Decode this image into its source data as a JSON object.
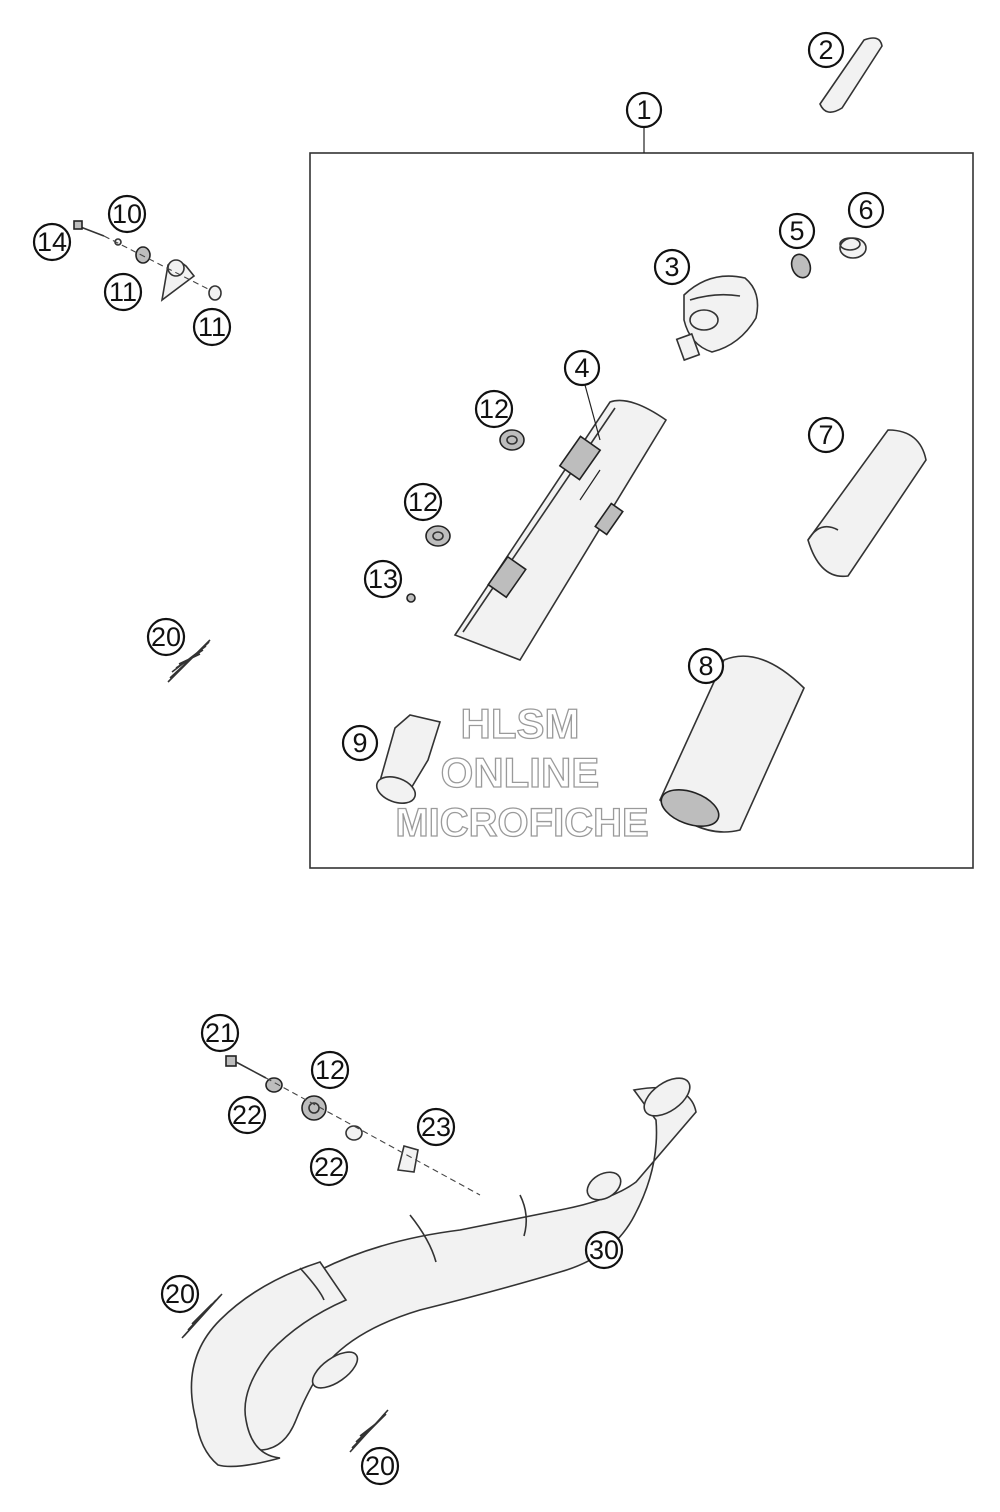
{
  "diagram": {
    "callouts": {
      "c1": "1",
      "c2": "2",
      "c3": "3",
      "c4": "4",
      "c5": "5",
      "c6": "6",
      "c7": "7",
      "c8": "8",
      "c9": "9",
      "c10": "10",
      "c11a": "11",
      "c11b": "11",
      "c12a": "12",
      "c12b": "12",
      "c12c": "12",
      "c13": "13",
      "c14": "14",
      "c20a": "20",
      "c20b": "20",
      "c20c": "20",
      "c21": "21",
      "c22a": "22",
      "c22b": "22",
      "c23": "23",
      "c30": "30"
    },
    "watermark": {
      "line1": "HLSM",
      "line2": "ONLINE",
      "line3": "MICROFICHE"
    }
  },
  "colors": {
    "line": "#333333",
    "callout_fill": "#ffffff",
    "watermark_stroke": "#9a9a9a"
  }
}
